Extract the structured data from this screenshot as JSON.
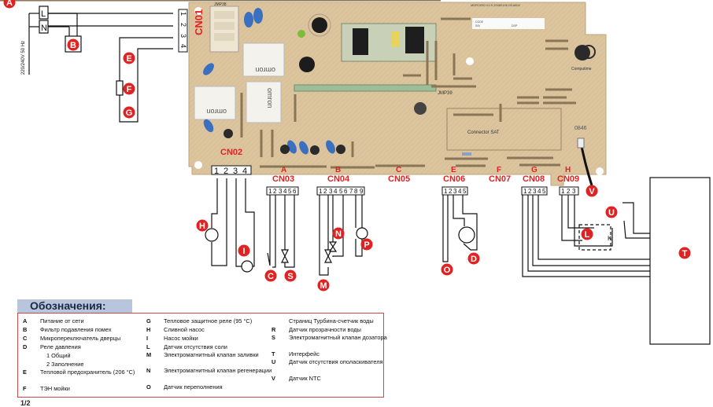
{
  "colors": {
    "marker": "#e02222",
    "pcb": "#d9c29a",
    "pcb_edge": "#c7ad83",
    "label_red": "#e02222",
    "legend_border": "#d64545",
    "legend_title_bg": "#b9c5dc"
  },
  "supply": {
    "label": "220/240V 50 Hz",
    "line": "L",
    "neutral": "N"
  },
  "connectors": {
    "cn01": {
      "name": "CN01",
      "pins": [
        "1",
        "2",
        "3",
        "4"
      ]
    },
    "cn02": {
      "name": "CN02",
      "pins": [
        "1",
        "2",
        "3",
        "4"
      ]
    },
    "cn03": {
      "name": "CN03",
      "letter": "A",
      "pins": [
        "1",
        "2",
        "3",
        "4",
        "5",
        "6"
      ]
    },
    "cn04": {
      "name": "CN04",
      "letter": "B",
      "pins": [
        "1",
        "2",
        "3",
        "4",
        "5",
        "6",
        "7",
        "8",
        "9"
      ]
    },
    "cn05": {
      "name": "CN05",
      "letter": "C"
    },
    "cn06": {
      "name": "CN06",
      "letter": "E",
      "pins": [
        "1",
        "2",
        "3",
        "4",
        "5"
      ]
    },
    "cn07": {
      "name": "CN07",
      "letter": "F"
    },
    "cn08": {
      "name": "CN08",
      "letter": "G",
      "pins": [
        "1",
        "2",
        "3",
        "4",
        "5"
      ]
    },
    "cn09": {
      "name": "CN09",
      "letter": "H",
      "pins": [
        "1",
        "2",
        "3"
      ]
    }
  },
  "pcb_labels": {
    "jmp38": "JMP38",
    "jmp39": "JMP39",
    "model": "MERO050 V2.9 20080106 DEA802",
    "code": "CODE",
    "sn": "S/N",
    "dsp": "DSP",
    "brand": "Computime",
    "connector_sat": "Connector SAT",
    "relay_brand": "omron",
    "stamp": "0846",
    "l_label": "L",
    "k_label": "K"
  },
  "markers": [
    "A",
    "B",
    "C",
    "D",
    "E",
    "F",
    "G",
    "H",
    "I",
    "L",
    "M",
    "N",
    "O",
    "P",
    "S",
    "T",
    "U",
    "V"
  ],
  "legend": {
    "title": "Обозначения:",
    "col1": [
      {
        "key": "A",
        "text": "Питание от сети"
      },
      {
        "key": "B",
        "text": "Фильтр подавления помех"
      },
      {
        "key": "C",
        "text": "Микропереключатель дверцы"
      },
      {
        "key": "D",
        "text": "Реле давления"
      },
      {
        "key": "",
        "text": "1 Общий"
      },
      {
        "key": "",
        "text": "2 Заполнение"
      },
      {
        "key": "E",
        "text": "Тепловой предохранитель (206 °C)"
      },
      {
        "key": "F",
        "text": "ТЭН мойки"
      }
    ],
    "col2": [
      {
        "key": "G",
        "text": "Тепловое защитное реле (95 °C)"
      },
      {
        "key": "H",
        "text": "Сливной насос"
      },
      {
        "key": "I",
        "text": "Насос мойки"
      },
      {
        "key": "L",
        "text": "Датчик отсутствия соли"
      },
      {
        "key": "M",
        "text": "Электромагнитный клапан заливки"
      },
      {
        "key": "N",
        "text": "Электромагнитный клапан регенерации"
      },
      {
        "key": "O",
        "text": "Датчик переполнения"
      }
    ],
    "col3": [
      {
        "key": "",
        "text": "Страниц Турбина-счетчик воды"
      },
      {
        "key": "R",
        "text": "Датчик прозрачности воды"
      },
      {
        "key": "S",
        "text": "Электромагнитный клапан дозатора"
      },
      {
        "key": "T",
        "text": "Интерфейс"
      },
      {
        "key": "U",
        "text": "Датчик отсутствия ополаскивателя"
      },
      {
        "key": "V",
        "text": "Датчик NTC"
      }
    ]
  },
  "page": "1/2"
}
